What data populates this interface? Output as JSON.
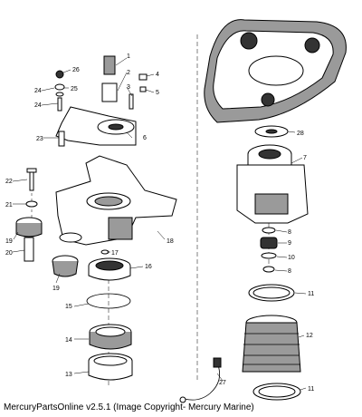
{
  "caption": "MercuryPartsOnline v2.5.1 (Image Copyright- Mercury Marine)",
  "callouts": [
    "1",
    "2",
    "3",
    "4",
    "5",
    "6",
    "7",
    "8",
    "9",
    "10",
    "8",
    "11",
    "12",
    "11",
    "13",
    "14",
    "15",
    "16",
    "17",
    "18",
    "19",
    "19",
    "20",
    "21",
    "22",
    "23",
    "24",
    "24",
    "25",
    "26",
    "27",
    "28"
  ]
}
